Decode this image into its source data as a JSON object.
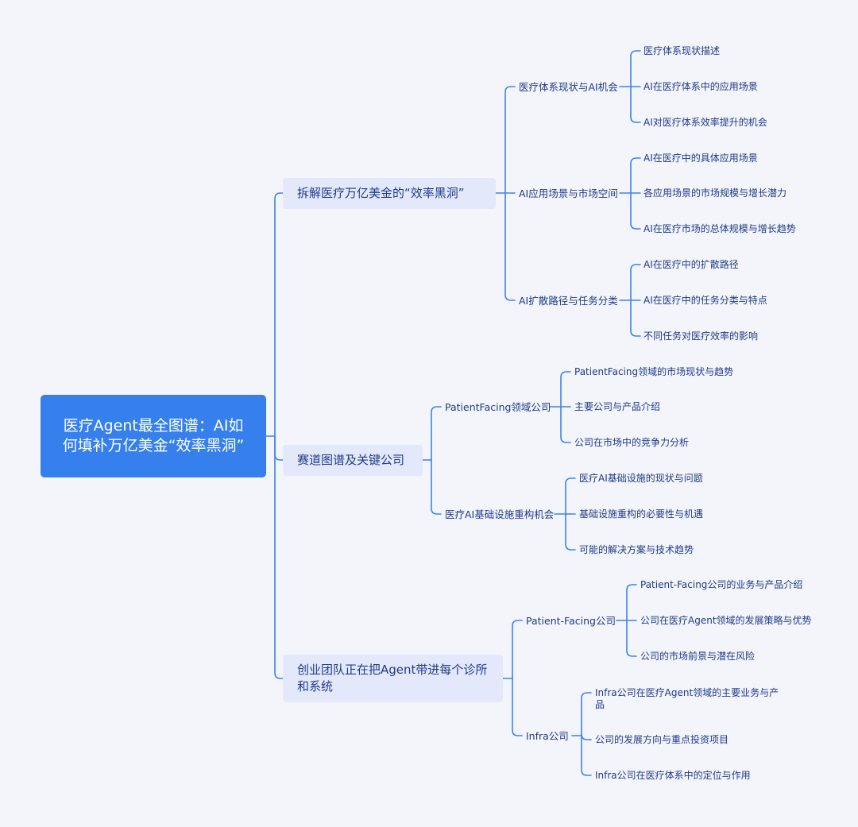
{
  "colors": {
    "background": "#f3f5fa",
    "root_fill": "#3580ec",
    "branch_fill": "#e3e9fb",
    "line": "#3b82f6",
    "text": "#1e3a8a"
  },
  "root": {
    "title": "医疗Agent最全图谱：AI如何填补万亿美金“效率黑洞”"
  },
  "branches": [
    {
      "label": "拆解医疗万亿美金的“效率黑洞”",
      "children": [
        {
          "label": "医疗体系现状与AI机会",
          "children": [
            "医疗体系现状描述",
            "AI在医疗体系中的应用场景",
            "AI对医疗体系效率提升的机会"
          ]
        },
        {
          "label": "AI应用场景与市场空间",
          "children": [
            "AI在医疗中的具体应用场景",
            "各应用场景的市场规模与增长潜力",
            "AI在医疗市场的总体规模与增长趋势"
          ]
        },
        {
          "label": "AI扩散路径与任务分类",
          "children": [
            "AI在医疗中的扩散路径",
            "AI在医疗中的任务分类与特点",
            "不同任务对医疗效率的影响"
          ]
        }
      ]
    },
    {
      "label": "赛道图谱及关键公司",
      "children": [
        {
          "label": "PatientFacing领域公司",
          "children": [
            "PatientFacing领域的市场现状与趋势",
            "主要公司与产品介绍",
            "公司在市场中的竞争力分析"
          ]
        },
        {
          "label": "医疗AI基础设施重构机会",
          "children": [
            "医疗AI基础设施的现状与问题",
            "基础设施重构的必要性与机遇",
            "可能的解决方案与技术趋势"
          ]
        }
      ]
    },
    {
      "label": "创业团队正在把Agent带进每个诊所和系统",
      "children": [
        {
          "label": "Patient-Facing公司",
          "children": [
            "Patient-Facing公司的业务与产品介绍",
            "公司在医疗Agent领域的发展策略与优势",
            "公司的市场前景与潜在风险"
          ]
        },
        {
          "label": "Infra公司",
          "children": [
            "Infra公司在医疗Agent领域的主要业务与产品",
            "公司的发展方向与重点投资项目",
            "Infra公司在医疗体系中的定位与作用"
          ]
        }
      ]
    }
  ]
}
